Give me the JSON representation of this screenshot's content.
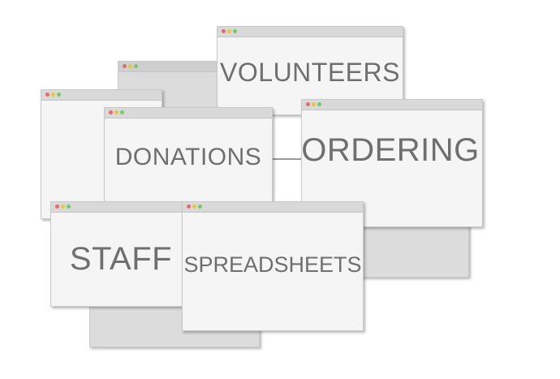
{
  "windows": {
    "volunteers": {
      "label": "VOLUNTEERS"
    },
    "ordering": {
      "label": "ORDERING"
    },
    "donations": {
      "label": "DONATIONS"
    },
    "staff": {
      "label": "STAFF"
    },
    "spreadsheets": {
      "label": "SPREADSHEETS"
    }
  },
  "colors": {
    "window_body": "#f5f5f5",
    "title_bar": "#d9d9d9",
    "back_window": "#dcdcdc",
    "text": "#6f6f6f",
    "dot_red": "#e06c6c",
    "dot_yellow": "#e8c64a",
    "dot_green": "#7cc56b"
  }
}
